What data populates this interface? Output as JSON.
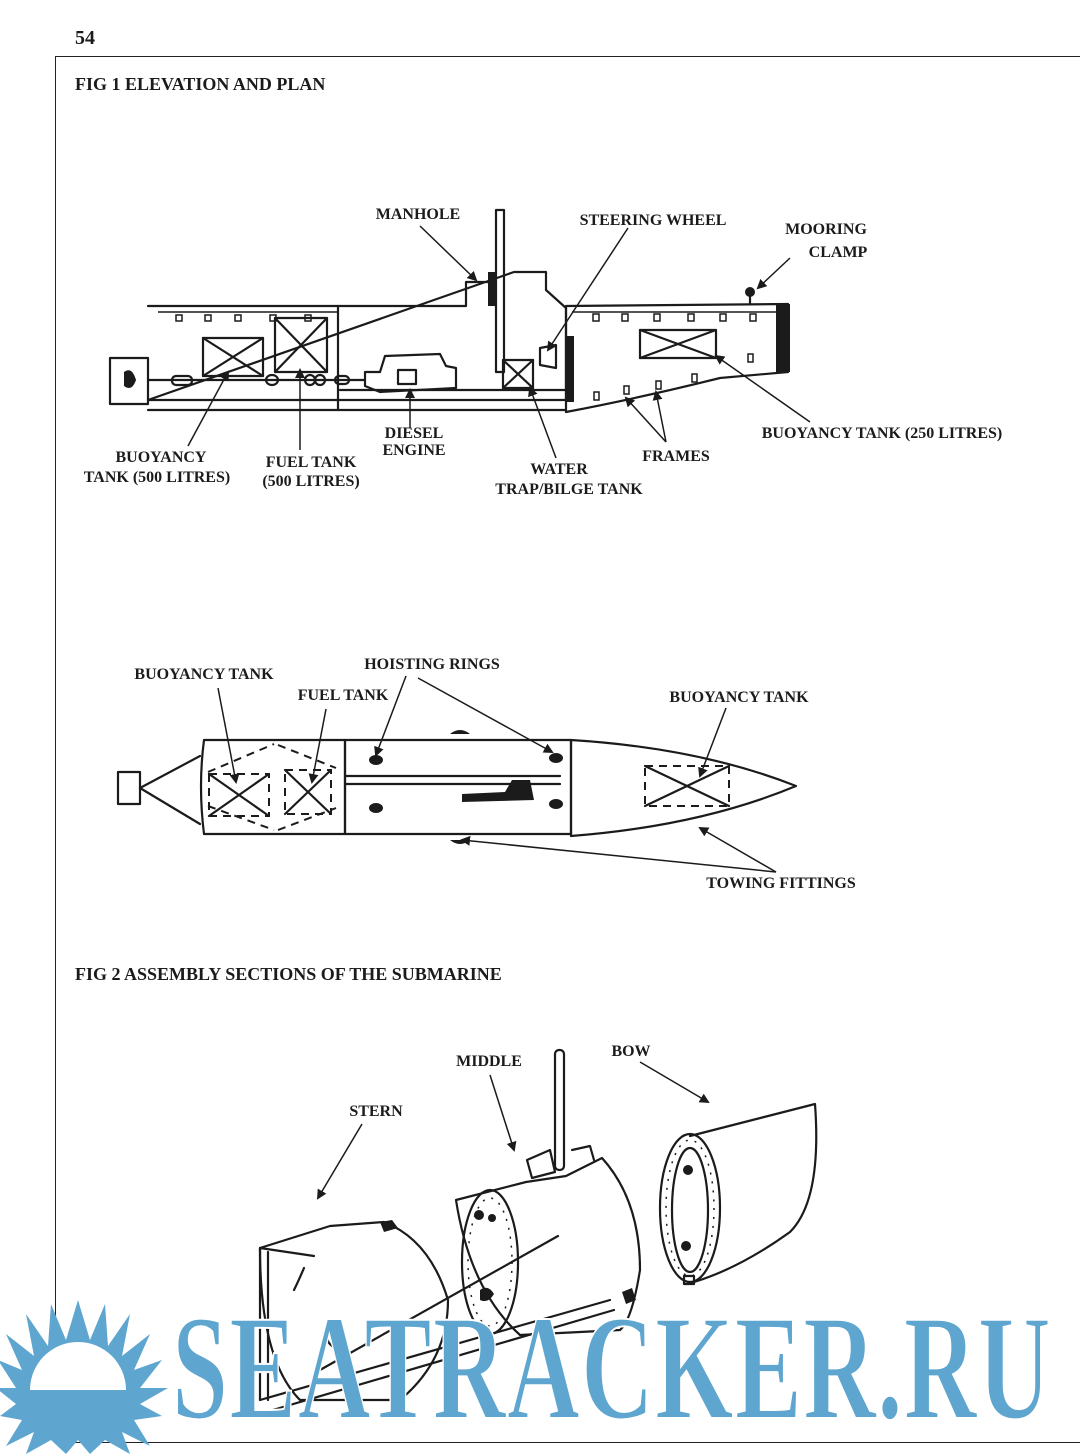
{
  "page": {
    "number": "54"
  },
  "figure1": {
    "title": "FIG 1 ELEVATION AND PLAN",
    "elevation_labels": {
      "manhole": "MANHOLE",
      "steering_wheel": "STEERING WHEEL",
      "mooring_clamp_line1": "MOORING",
      "mooring_clamp_line2": "CLAMP",
      "buoyancy_tank_500_line1": "BUOYANCY",
      "buoyancy_tank_500_line2": "TANK (500 LITRES)",
      "fuel_tank_line1": "FUEL TANK",
      "fuel_tank_line2": "(500 LITRES)",
      "diesel_engine_line1": "DIESEL",
      "diesel_engine_line2": "ENGINE",
      "water_trap_line1": "WATER",
      "water_trap_line2": "TRAP/BILGE TANK",
      "frames": "FRAMES",
      "buoyancy_tank_250": "BUOYANCY TANK (250 LITRES)"
    },
    "plan_labels": {
      "buoyancy_tank_stern": "BUOYANCY TANK",
      "fuel_tank": "FUEL TANK",
      "hoisting_rings": "HOISTING RINGS",
      "buoyancy_tank_bow": "BUOYANCY TANK",
      "towing_fittings": "TOWING FITTINGS"
    }
  },
  "figure2": {
    "title": "FIG 2 ASSEMBLY SECTIONS OF THE SUBMARINE",
    "labels": {
      "stern": "STERN",
      "middle": "MIDDLE",
      "bow": "BOW"
    }
  },
  "watermark": {
    "text": "SEATRACKER.RU",
    "color": "#5ea6cf",
    "icon": "sun-over-water-icon"
  }
}
